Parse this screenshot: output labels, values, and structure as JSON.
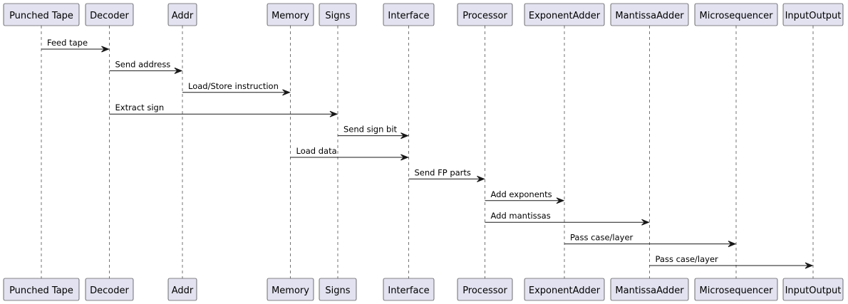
{
  "diagram": {
    "participants": [
      {
        "id": "punched-tape",
        "label": "Punched Tape"
      },
      {
        "id": "decoder",
        "label": "Decoder"
      },
      {
        "id": "addr",
        "label": "Addr"
      },
      {
        "id": "memory",
        "label": "Memory"
      },
      {
        "id": "signs",
        "label": "Signs"
      },
      {
        "id": "interface",
        "label": "Interface"
      },
      {
        "id": "processor",
        "label": "Processor"
      },
      {
        "id": "exponent-adder",
        "label": "ExponentAdder"
      },
      {
        "id": "mantissa-adder",
        "label": "MantissaAdder"
      },
      {
        "id": "microsequencer",
        "label": "Microsequencer"
      },
      {
        "id": "input-output",
        "label": "InputOutput"
      }
    ],
    "messages": [
      {
        "from": 0,
        "to": 1,
        "label": "Feed tape"
      },
      {
        "from": 1,
        "to": 2,
        "label": "Send address"
      },
      {
        "from": 2,
        "to": 3,
        "label": "Load/Store instruction"
      },
      {
        "from": 1,
        "to": 4,
        "label": "Extract sign"
      },
      {
        "from": 4,
        "to": 5,
        "label": "Send sign bit"
      },
      {
        "from": 3,
        "to": 5,
        "label": "Load data"
      },
      {
        "from": 5,
        "to": 6,
        "label": "Send FP parts"
      },
      {
        "from": 6,
        "to": 7,
        "label": "Add exponents"
      },
      {
        "from": 6,
        "to": 8,
        "label": "Add mantissas"
      },
      {
        "from": 7,
        "to": 9,
        "label": "Pass case/layer"
      },
      {
        "from": 8,
        "to": 10,
        "label": "Pass case/layer"
      }
    ]
  },
  "colors": {
    "participant_fill": "#e2e2f0",
    "line": "#181818",
    "background": "#ffffff"
  }
}
